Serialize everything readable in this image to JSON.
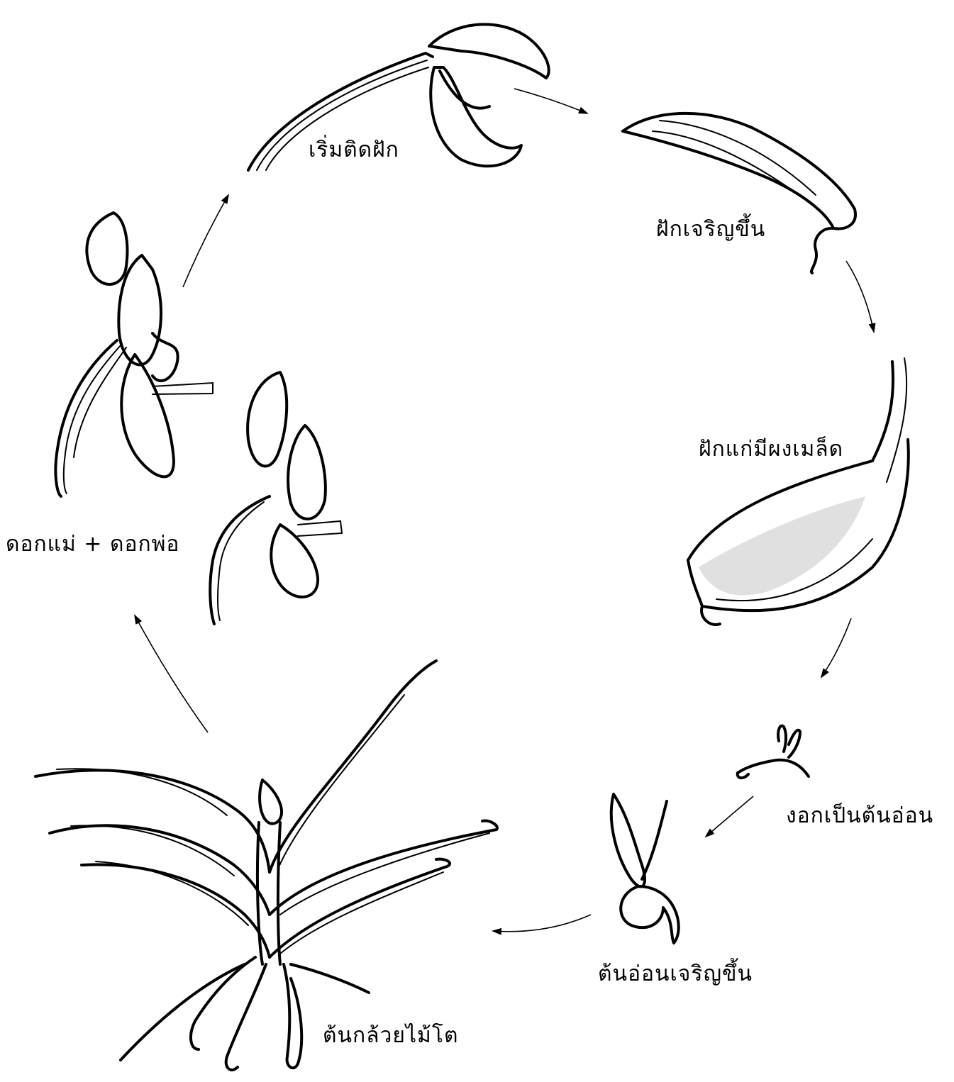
{
  "stages": [
    {
      "id": "pollination",
      "label": "ดอกแม่ + ดอกพ่อ"
    },
    {
      "id": "pod-start",
      "label": "เริ่มติดฝัก"
    },
    {
      "id": "pod-grows",
      "label": "ฝักเจริญขึ้น"
    },
    {
      "id": "mature-pod",
      "label": "ฝักแก่มีผงเมล็ด"
    },
    {
      "id": "germination",
      "label": "งอกเป็นต้นอ่อน"
    },
    {
      "id": "seedling-grows",
      "label": "ต้นอ่อนเจริญขึ้น"
    },
    {
      "id": "mature-plant",
      "label": "ต้นกล้วยไม้โต"
    }
  ]
}
